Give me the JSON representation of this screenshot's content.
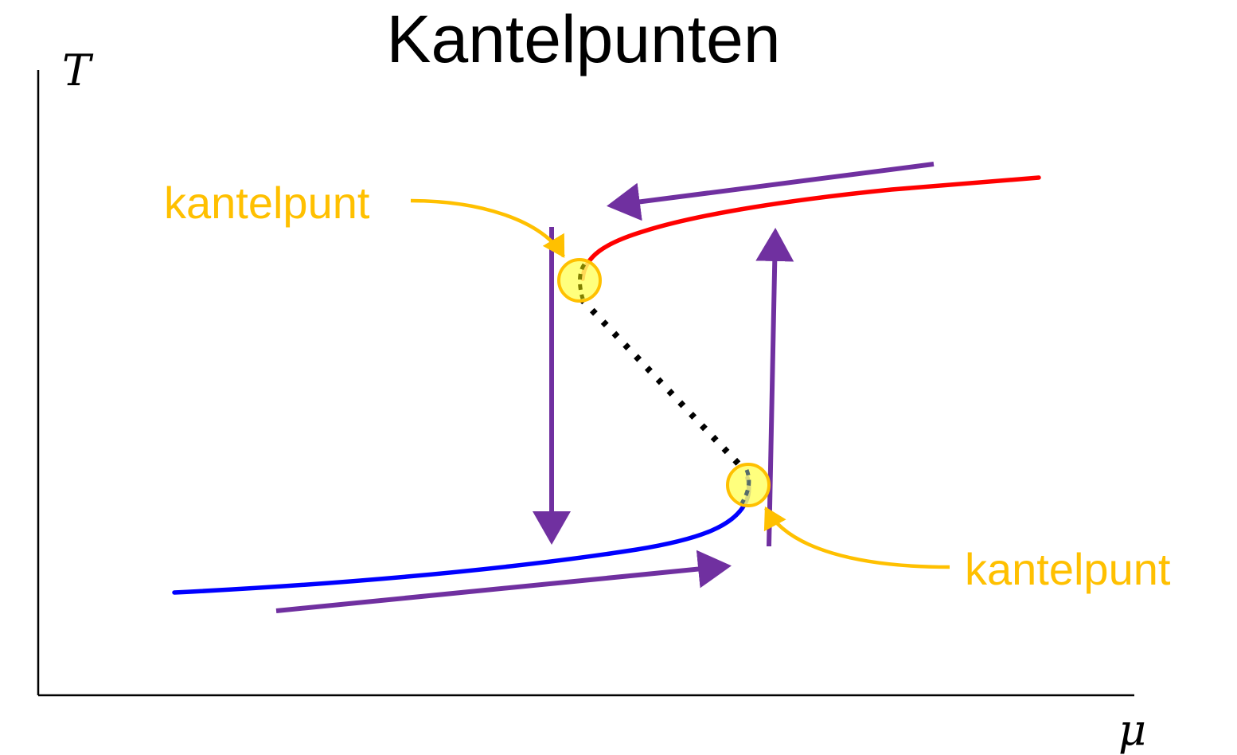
{
  "title": "Kantelpunten",
  "axes": {
    "y_label": "T",
    "x_label": "μ"
  },
  "callouts": [
    {
      "label": "kantelpunt"
    },
    {
      "label": "kantelpunt"
    }
  ],
  "colors": {
    "upper_branch": "#ff0000",
    "lower_branch": "#0000ff",
    "unstable_branch": "#000000",
    "transition_arrows": "#7030a0",
    "tipping_point": "#ffc000",
    "tipping_point_fill": "#ffff66",
    "axes": "#000000"
  }
}
